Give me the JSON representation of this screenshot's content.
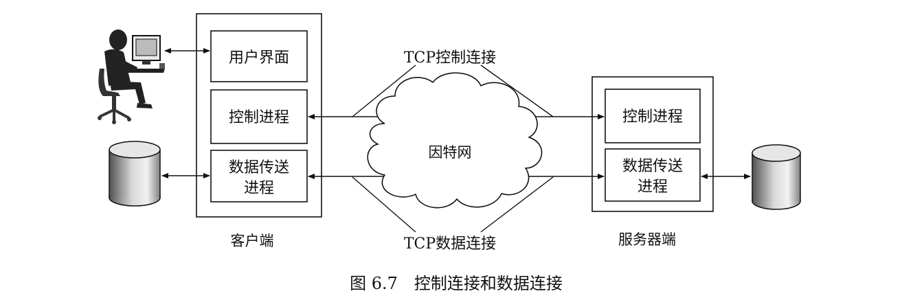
{
  "diagram": {
    "client": {
      "caption": "客户端",
      "modules": {
        "ui": "用户界面",
        "control": "控制进程",
        "data_line1": "数据传送",
        "data_line2": "进程"
      }
    },
    "server": {
      "caption": "服务器端",
      "modules": {
        "control": "控制进程",
        "data_line1": "数据传送",
        "data_line2": "进程"
      }
    },
    "network": "因特网",
    "control_connection": "TCP控制连接",
    "data_connection": "TCP数据连接",
    "figure_caption": "图 6.7　控制连接和数据连接",
    "icons": [
      "user-at-computer-icon",
      "database-icon",
      "cloud-icon"
    ]
  }
}
